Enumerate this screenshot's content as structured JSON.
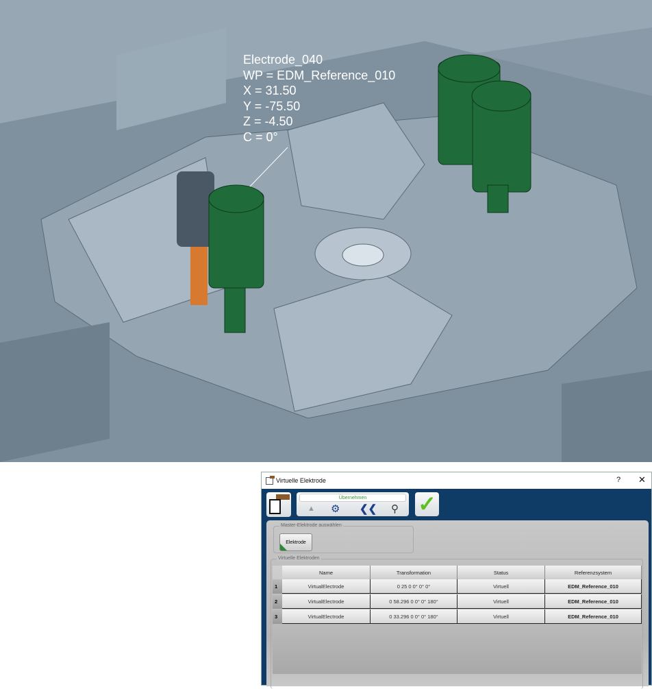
{
  "viewport": {
    "annotation": [
      "Electrode_040",
      "WP = EDM_Reference_010",
      "X = 31.50",
      "Y = -75.50",
      "Z = -4.50",
      "C = 0°"
    ],
    "electrode_color": "#1f6b3a"
  },
  "dialog": {
    "title": "Virtuelle Elektrode",
    "help": "?",
    "close": "✕",
    "toolbar": {
      "apply_label": "Übernehmen",
      "ok": "✓"
    },
    "master_group": {
      "legend": "Master-Elektrode auswählen",
      "button": "Elektrode"
    },
    "virtual_group": {
      "legend": "Virtuelle Elektroden",
      "columns": [
        "Name",
        "Transformation",
        "Status",
        "Referenzsystem"
      ],
      "rows": [
        {
          "n": "1",
          "name": "VirtualElectrode",
          "transformation": "0 25 0 0° 0° 0°",
          "status": "Virtuell",
          "ref": "EDM_Reference_010"
        },
        {
          "n": "2",
          "name": "VirtualElectrode",
          "transformation": "0 58.296 0 0° 0° 180°",
          "status": "Virtuell",
          "ref": "EDM_Reference_010"
        },
        {
          "n": "3",
          "name": "VirtualElectrode",
          "transformation": "0 33.296 0 0° 0° 180°",
          "status": "Virtuell",
          "ref": "EDM_Reference_010"
        }
      ]
    }
  }
}
